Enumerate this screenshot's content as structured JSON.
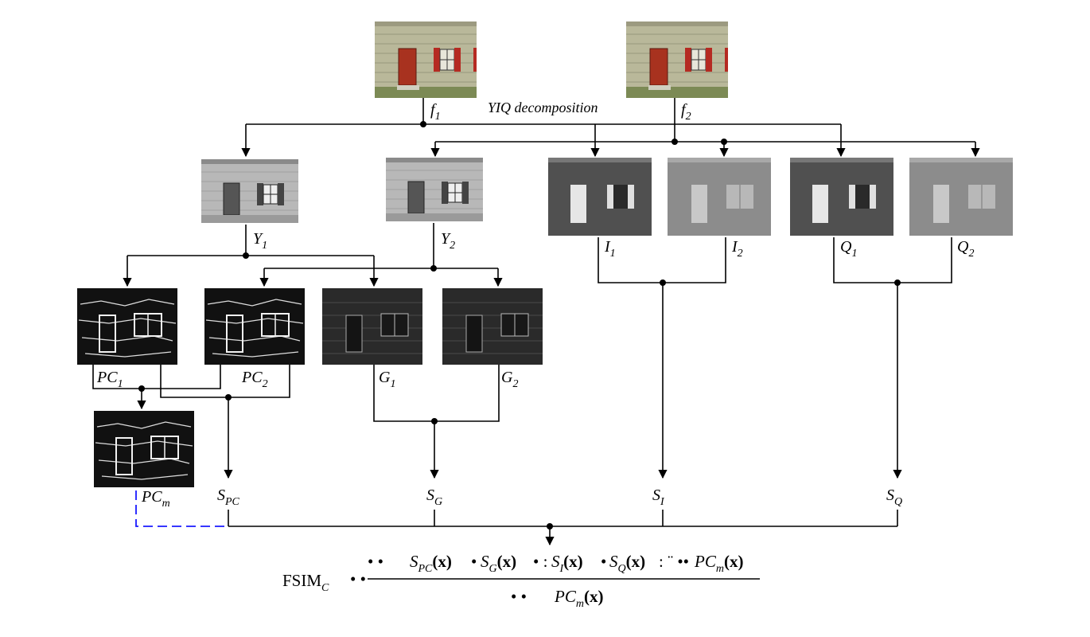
{
  "caption": "YIQ decomposition",
  "labels": {
    "f1": {
      "base": "f",
      "sub": "1"
    },
    "f2": {
      "base": "f",
      "sub": "2"
    },
    "Y1": {
      "base": "Y",
      "sub": "1"
    },
    "Y2": {
      "base": "Y",
      "sub": "2"
    },
    "I1": {
      "base": "I",
      "sub": "1"
    },
    "I2": {
      "base": "I",
      "sub": "2"
    },
    "Q1": {
      "base": "Q",
      "sub": "1"
    },
    "Q2": {
      "base": "Q",
      "sub": "2"
    },
    "PC1": {
      "base": "PC",
      "sub": "1"
    },
    "PC2": {
      "base": "PC",
      "sub": "2"
    },
    "G1": {
      "base": "G",
      "sub": "1"
    },
    "G2": {
      "base": "G",
      "sub": "2"
    },
    "PCm": {
      "base": "PC",
      "sub": "m"
    },
    "SPC": {
      "base": "S",
      "sub": "PC"
    },
    "SG": {
      "base": "S",
      "sub": "G"
    },
    "SI": {
      "base": "S",
      "sub": "I"
    },
    "SQ": {
      "base": "S",
      "sub": "Q"
    }
  },
  "formula": {
    "lhs": "FSIM",
    "lhs_sub": "C",
    "numerator": [
      {
        "base": "S",
        "sub": "PC",
        "arg": "(x)"
      },
      {
        "base": "S",
        "sub": "G",
        "arg": "(x)"
      },
      {
        "base": "S",
        "sub": "I",
        "arg": "(x)"
      },
      {
        "base": "S",
        "sub": "Q",
        "arg": "(x)"
      },
      {
        "base": "PC",
        "sub": "m",
        "arg": "(x)"
      }
    ],
    "denominator": {
      "base": "PC",
      "sub": "m",
      "arg": "(x)"
    }
  },
  "colors": {
    "lines": "#000000",
    "dashed_link": "#1a1aff",
    "door": "#a8321f",
    "wall": "#b9b89a"
  }
}
